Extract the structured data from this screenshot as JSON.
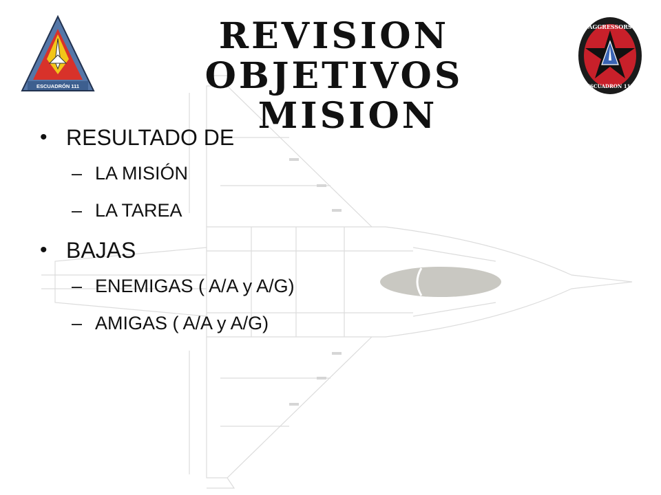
{
  "slide": {
    "title_line1": "REVISION OBJETIVOS",
    "title_line2": "MISION",
    "left_logo": {
      "text": "ESCUADRÓN 111",
      "icon": "squadron-111-emblem"
    },
    "right_logo": {
      "text_top": "AGGRESSORS",
      "text_bottom": "ESCUADRON 111",
      "icon": "aggressors-patch"
    },
    "background_icon": "fighter-jet-blueprint",
    "bullets": [
      {
        "label": "RESULTADO DE",
        "subitems": [
          "LA MISIÓN",
          "LA TAREA"
        ]
      },
      {
        "label": "BAJAS",
        "subitems": [
          "ENEMIGAS ( A/A y A/G)",
          "AMIGAS ( A/A y A/G)"
        ]
      }
    ],
    "dash": "–",
    "colors": {
      "text": "#111111",
      "triangle_blue": "#5577a8",
      "triangle_red": "#d8322a",
      "triangle_yellow": "#f2c619",
      "patch_black": "#1b1b1b",
      "patch_red": "#c8202a"
    }
  }
}
